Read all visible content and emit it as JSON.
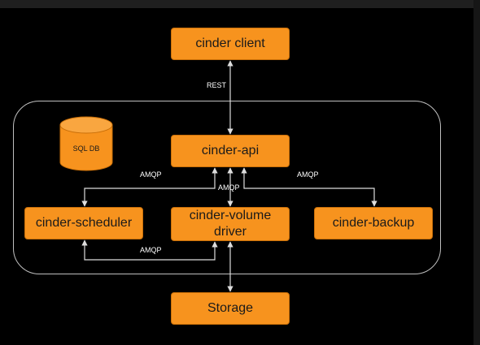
{
  "nodes": {
    "client": "cinder client",
    "api": "cinder-api",
    "scheduler": "cinder-scheduler",
    "volume_line1": "cinder-volume",
    "volume_line2": "driver",
    "backup": "cinder-backup",
    "storage": "Storage",
    "database": "SQL DB"
  },
  "edge_labels": {
    "rest": "REST",
    "amqp_left": "AMQP",
    "amqp_right": "AMQP",
    "amqp_center": "AMQP",
    "amqp_bottom": "AMQP"
  },
  "colors": {
    "node_fill": "#f7931e",
    "background": "#000000",
    "connector": "#dddddd"
  }
}
